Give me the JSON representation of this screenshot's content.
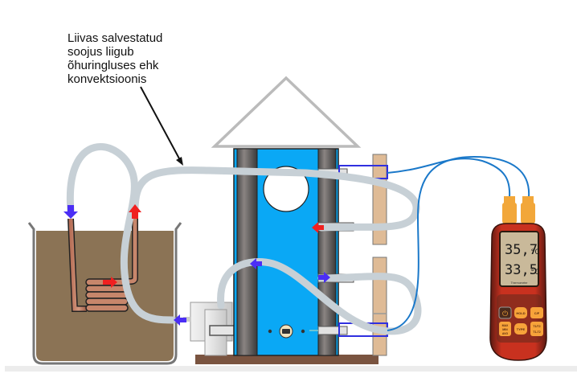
{
  "caption": {
    "lines": [
      "Liivas salvestatud",
      "soojus liigub",
      "õhuringluses ehk",
      "konvektsioonis"
    ]
  },
  "thermometer": {
    "reading_t1": "35,7",
    "reading_t2": "33,5",
    "unit": "°C",
    "label": "Thermometer",
    "buttons": {
      "power": "⏻",
      "hold": "HOLD",
      "cf": "C/F",
      "maxminavg_1": "MAX",
      "maxminavg_2": "MIN",
      "maxminavg_3": "AVG",
      "type": "TYPE",
      "t1t2_1": "T1/T2",
      "t1t2_2": "T1-T2"
    }
  },
  "colors": {
    "sand": "#8b7355",
    "heater_blue": "#0aa8f5",
    "tube": "#c7d0d6",
    "copper": "#c7866b",
    "wood": "#dfbb96",
    "base": "#7a5440",
    "cable": "#1a78c9",
    "arrow_cold": "#4b2ef5",
    "arrow_hot": "#f02020",
    "thermo_body": "#c0281a",
    "lcd": "#c9b99a",
    "button": "#f7a33a"
  }
}
